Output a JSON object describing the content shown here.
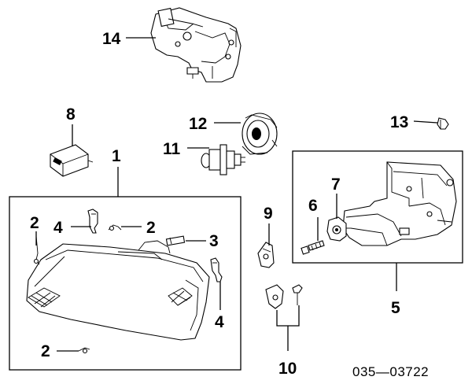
{
  "diagram": {
    "callouts": {
      "c1": "1",
      "c2a": "2",
      "c2b": "2",
      "c2c": "2",
      "c3": "3",
      "c4a": "4",
      "c4b": "4",
      "c5": "5",
      "c6": "6",
      "c7": "7",
      "c8": "8",
      "c9": "9",
      "c10": "10",
      "c11": "11",
      "c12": "12",
      "c13": "13",
      "c14": "14"
    },
    "part_number": "035—03722"
  }
}
